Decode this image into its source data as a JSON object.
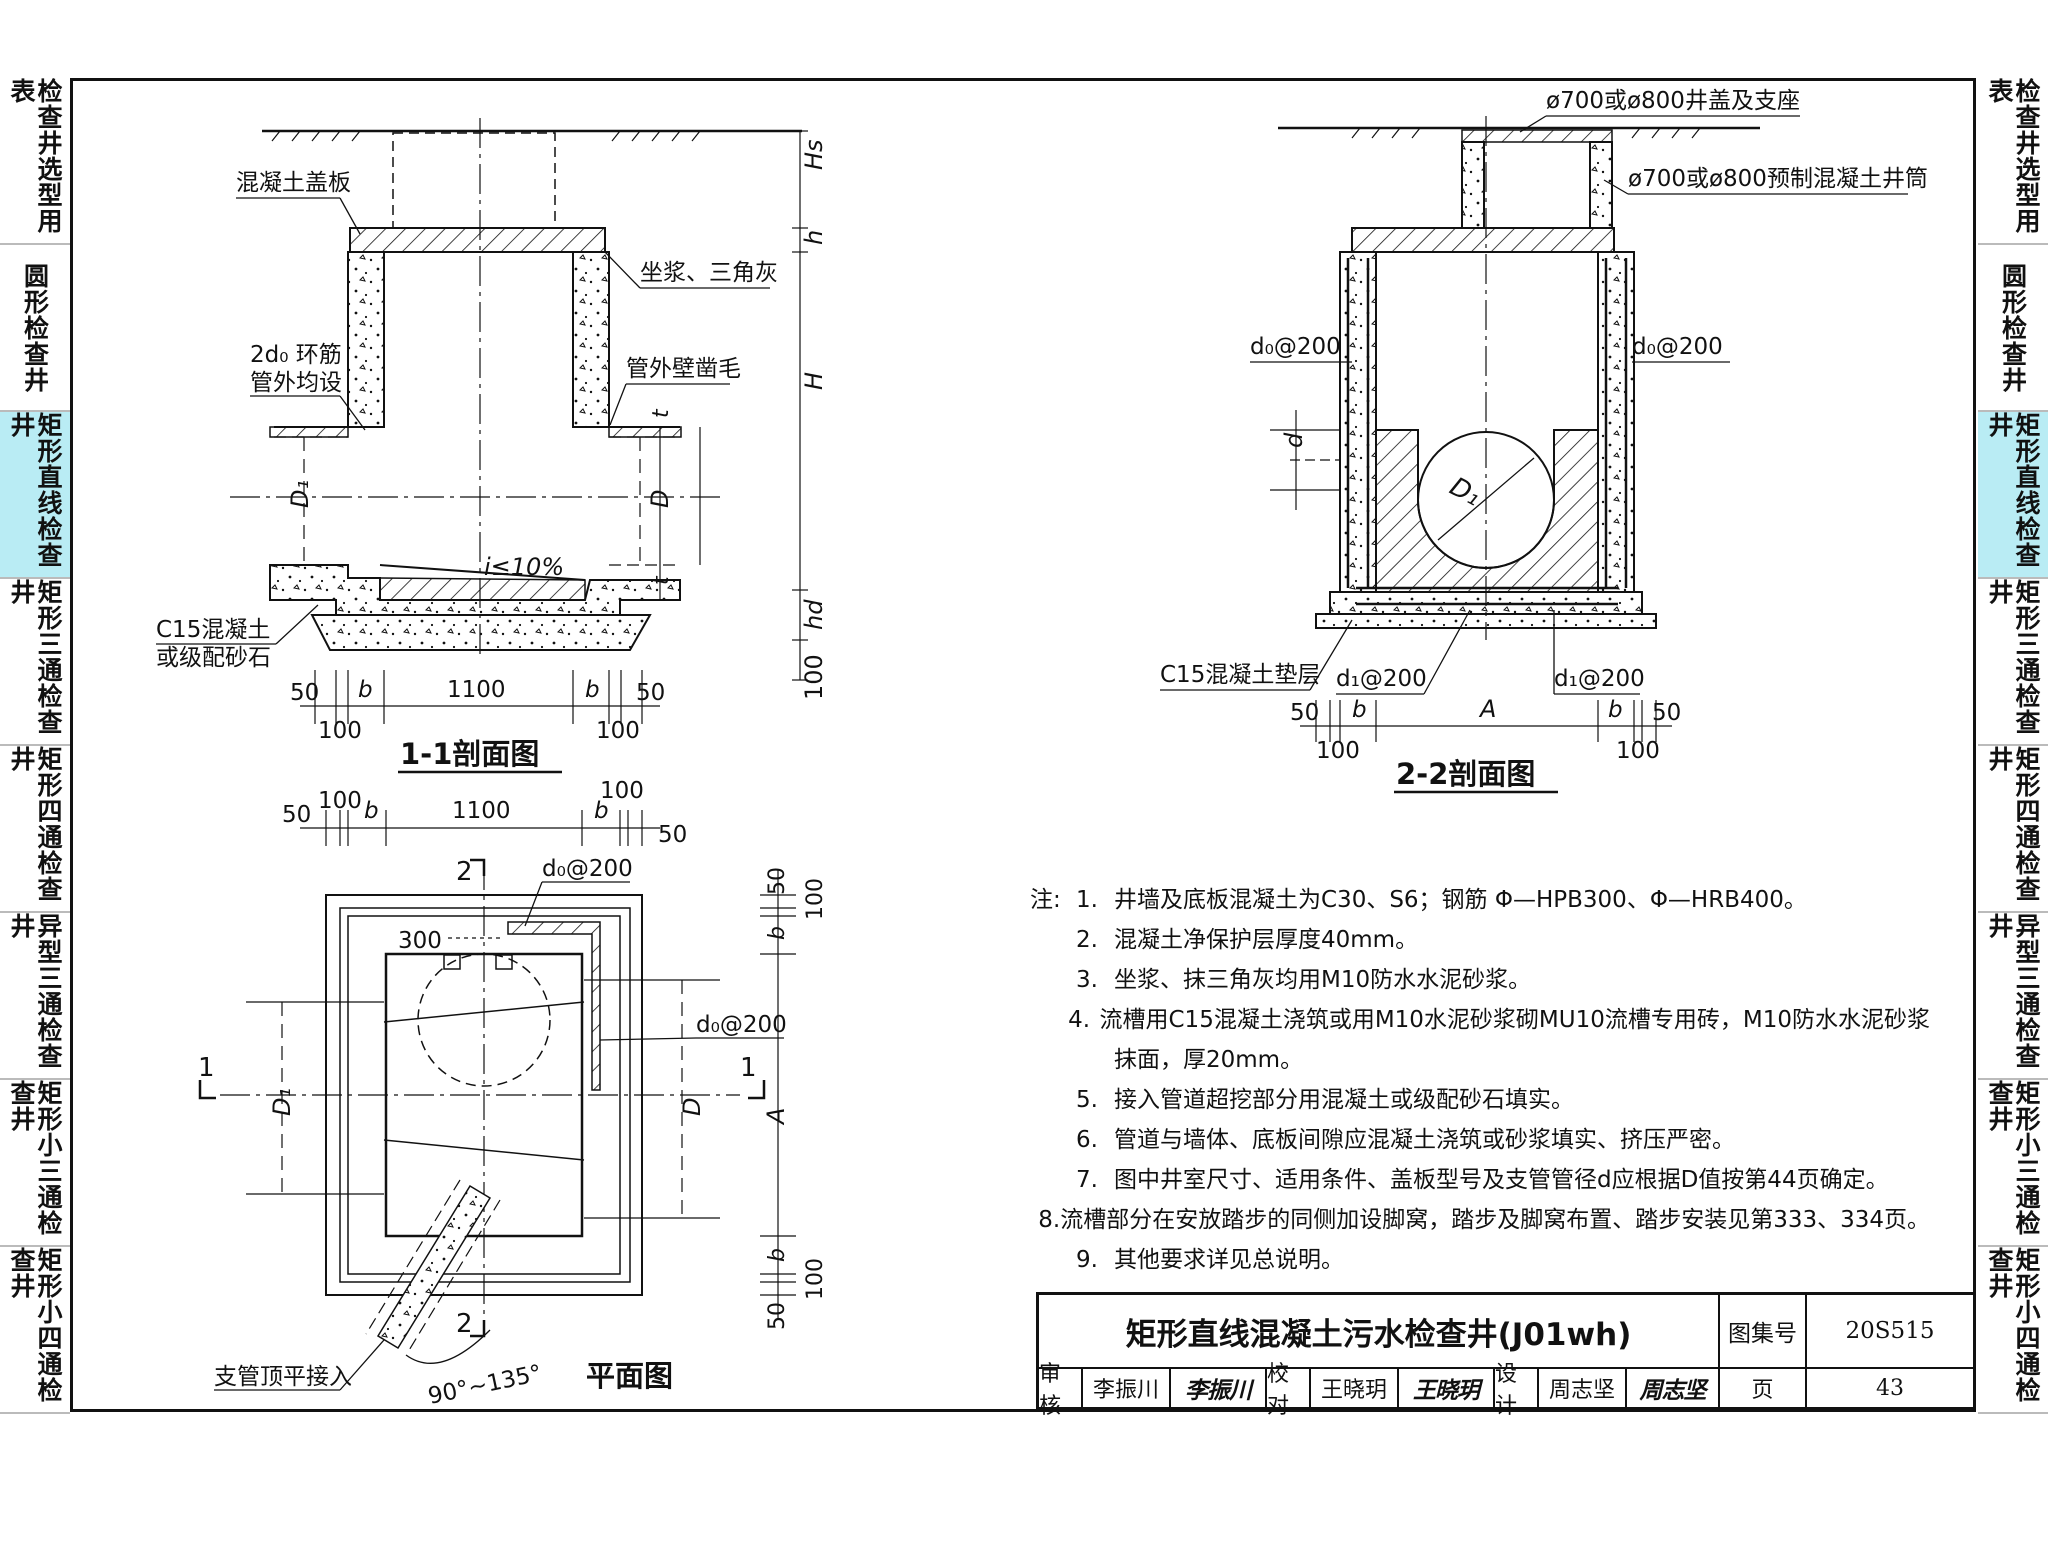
{
  "left_tabs": [
    {
      "label": "检查井选型用表",
      "active": false
    },
    {
      "label": "圆形检查井",
      "active": false
    },
    {
      "label": "矩形直线检查井",
      "active": true
    },
    {
      "label": "矩形三通检查井",
      "active": false
    },
    {
      "label": "矩形四通检查井",
      "active": false
    },
    {
      "label": "异型三通检查井",
      "active": false
    },
    {
      "label": "矩形小三通检查井",
      "active": false
    },
    {
      "label": "矩形小四通检查井",
      "active": false
    }
  ],
  "right_tabs": [
    {
      "label": "检查井选型用表",
      "active": false
    },
    {
      "label": "圆形检查井",
      "active": false
    },
    {
      "label": "矩形直线检查井",
      "active": true
    },
    {
      "label": "矩形三通检查井",
      "active": false
    },
    {
      "label": "矩形四通检查井",
      "active": false
    },
    {
      "label": "异型三通检查井",
      "active": false
    },
    {
      "label": "矩形小三通检查井",
      "active": false
    },
    {
      "label": "矩形小四通检查井",
      "active": false
    }
  ],
  "section11": {
    "title": "1-1剖面图",
    "labels": {
      "cover_plate": "混凝土盖板",
      "mortar": "坐浆、三角灰",
      "ring_bar": "2d₀ 环筋",
      "ring_bar_2": "管外均设",
      "roughen": "管外壁凿毛",
      "slope": "i≤10%",
      "bedding": "C15混凝土",
      "bedding_2": "或级配砂石",
      "d1": "D₁",
      "d": "D",
      "t": "t",
      "hs": "Hs",
      "h": "h",
      "H": "H",
      "hd": "hd",
      "v100": "100"
    },
    "dims": {
      "d50": "50",
      "b": "b",
      "w1100": "1100",
      "d100": "100"
    }
  },
  "plan": {
    "title": "平面图",
    "labels": {
      "sec2": "2",
      "sec1": "1",
      "rebar": "d₀@200",
      "w300": "300",
      "branch": "支管顶平接入",
      "angle": "90°~135°",
      "d1": "D₁",
      "d": "D",
      "A": "A",
      "b": "b",
      "v50": "50",
      "v100": "100"
    },
    "dims": {
      "d50": "50",
      "d100": "100",
      "b": "b",
      "w1100": "1100"
    }
  },
  "section22": {
    "title": "2-2剖面图",
    "labels": {
      "cover": "ø700或ø800井盖及支座",
      "shaft": "ø700或ø800预制混凝土井筒",
      "rebar": "d₀@200",
      "d": "d",
      "d1": "D₁",
      "bedding": "C15混凝土垫层",
      "d1rebar": "d₁@200",
      "A": "A"
    },
    "dims": {
      "d50": "50",
      "b": "b",
      "d100": "100"
    }
  },
  "notes": {
    "prefix": "注:",
    "items": [
      "井墙及底板混凝土为C30、S6；钢筋 Φ—HPB300、Φ—HRB400。",
      "混凝土净保护层厚度40mm。",
      "坐浆、抹三角灰均用M10防水水泥砂浆。",
      "流槽用C15混凝土浇筑或用M10水泥砂浆砌MU10流槽专用砖，M10防水水泥砂浆",
      "接入管道超挖部分用混凝土或级配砂石填实。",
      "管道与墙体、底板间隙应混凝土浇筑或砂浆填实、挤压严密。",
      "图中井室尺寸、适用条件、盖板型号及支管管径d应根据D值按第44页确定。",
      "流槽部分在安放踏步的同侧加设脚窝，踏步及脚窝布置、踏步安装见第333、334页。",
      "其他要求详见总说明。"
    ],
    "numbers": [
      "1.",
      "2.",
      "3.",
      "4.",
      "5.",
      "6.",
      "7.",
      "8.",
      "9."
    ],
    "item4_cont": "抹面，厚20mm。"
  },
  "title_block": {
    "title": "矩形直线混凝土污水检查井(J01wh)",
    "atlas_label": "图集号",
    "atlas_no": "20S515",
    "review_label": "审核",
    "review_name": "李振川",
    "review_sig": "李振川",
    "check_label": "校对",
    "check_name": "王晓玥",
    "check_sig": "王晓玥",
    "design_label": "设计",
    "design_name": "周志坚",
    "design_sig": "周志坚",
    "page_label": "页",
    "page_no": "43"
  }
}
